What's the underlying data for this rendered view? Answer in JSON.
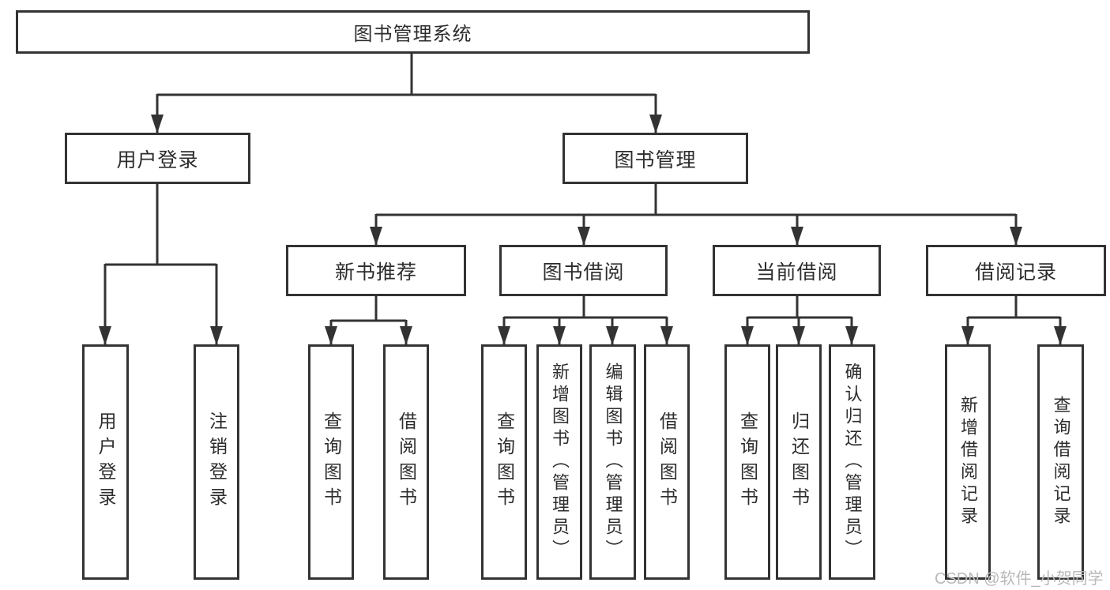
{
  "tree": {
    "root": {
      "label": "图书管理系统"
    },
    "level2": [
      {
        "id": "user-login",
        "label": "用户登录"
      },
      {
        "id": "book-management",
        "label": "图书管理"
      }
    ],
    "level3": [
      {
        "id": "new-book-recommend",
        "label": "新书推荐"
      },
      {
        "id": "book-borrow",
        "label": "图书借阅"
      },
      {
        "id": "current-borrow",
        "label": "当前借阅"
      },
      {
        "id": "borrow-records",
        "label": "借阅记录"
      }
    ],
    "leaves": {
      "user_login": [
        "用户登录",
        "注销登录"
      ],
      "new_book_recommend": [
        "查询图书",
        "借阅图书"
      ],
      "book_borrow": [
        "查询图书",
        "新增图书（管理员）",
        "编辑图书（管理员）",
        "借阅图书"
      ],
      "current_borrow": [
        "查询图书",
        "归还图书",
        "确认归还（管理员）"
      ],
      "borrow_records": [
        "新增借阅记录",
        "查询借阅记录"
      ]
    }
  },
  "watermark": "CSDN @软件_小贺同学",
  "colors": {
    "line": "#333333",
    "border": "#333333",
    "text": "#2d2d2d",
    "watermark": "#b9b9b9",
    "background": "#ffffff"
  }
}
